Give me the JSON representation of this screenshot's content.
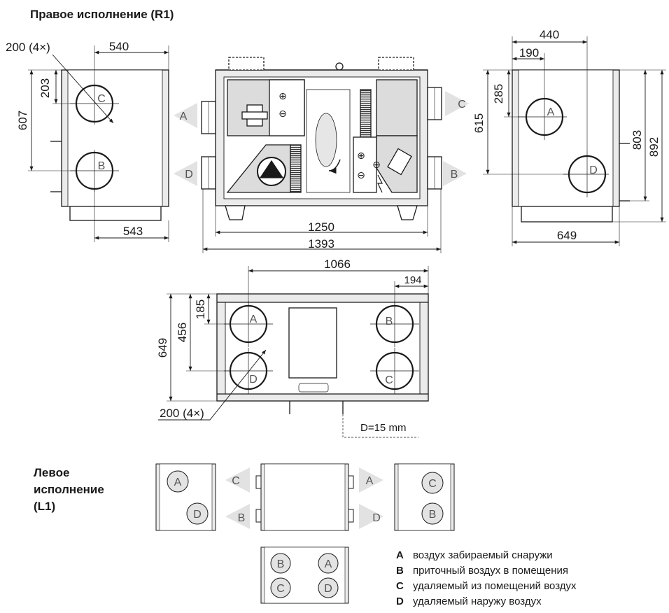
{
  "title_r1": "Правое исполнение (R1)",
  "title_l1_lines": [
    "Левое",
    "исполнение",
    "(L1)"
  ],
  "dims": {
    "d200_top": "200 (4×)",
    "d540": "540",
    "d203": "203",
    "d607": "607",
    "d543": "543",
    "d1250": "1250",
    "d1393": "1393",
    "d440": "440",
    "d190": "190",
    "d285": "285",
    "d615": "615",
    "d803": "803",
    "d892": "892",
    "d649_right": "649",
    "d1066": "1066",
    "d194": "194",
    "d185": "185",
    "d456": "456",
    "d649_plan": "649",
    "d200_plan": "200 (4×)",
    "drain": "D=15 mm"
  },
  "port_labels": {
    "a": "A",
    "b": "B",
    "c": "C",
    "d": "D"
  },
  "symbols": {
    "plus": "⊕",
    "minus": "⊖"
  },
  "legend": [
    {
      "key": "A",
      "text": "воздух забираемый снаружи"
    },
    {
      "key": "B",
      "text": "приточный воздух в помещения"
    },
    {
      "key": "C",
      "text": "удаляемый из помещений воздух"
    },
    {
      "key": "D",
      "text": "удаляемый наружу воздух"
    }
  ]
}
